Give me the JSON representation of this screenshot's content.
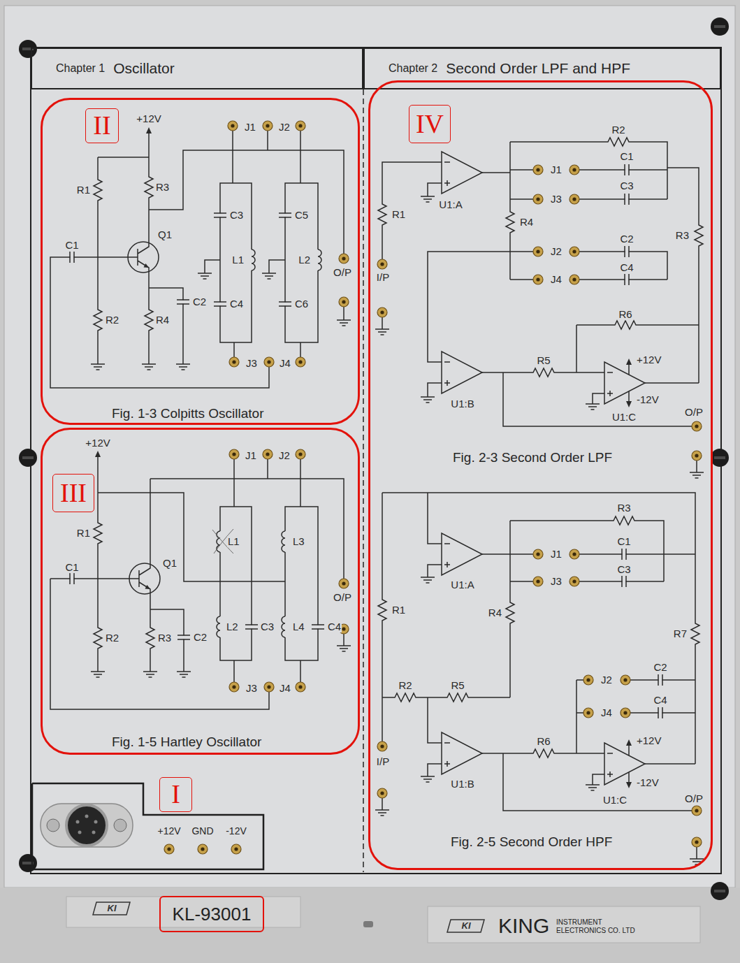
{
  "diagram": {
    "nodes": [
      {
        "text": [
          "Chapter 1",
          "Oscillator"
        ]
      },
      {
        "text": [
          "Chapter 2",
          "Second Order LPF and HPF"
        ]
      },
      {
        "text": [
          "Fig. 1-3 Colpitts Oscillator"
        ]
      },
      {
        "text": [
          "II"
        ],
        "in": 2
      },
      {
        "text": [
          "Fig. 1-5 Hartley Oscillator"
        ]
      },
      {
        "text": [
          "III"
        ],
        "in": 4
      },
      {
        "text": [
          "Fig. 2-3 Second Order LPF",
          "Fig. 2-5 Second Order HPF"
        ]
      },
      {
        "text": [
          "IV"
        ],
        "in": 6
      },
      {
        "text": [
          "+12V",
          "GND",
          "-12V"
        ]
      },
      {
        "text": [
          "I"
        ],
        "in": 8
      },
      {
        "text": [
          "KL-93001"
        ]
      }
    ],
    "labels": [
      "+12V",
      "R1",
      "R3",
      "Q1",
      "C1",
      "R2",
      "R4",
      "C2",
      "C3",
      "C4",
      "L1",
      "C5",
      "L2",
      "C6",
      "J1",
      "J2",
      "J3",
      "J4",
      "O/P",
      "+12V",
      "J1",
      "J2",
      "R1",
      "C1",
      "Q1",
      "L1",
      "L3",
      "O/P",
      "R2",
      "R3",
      "C2",
      "L2",
      "C3",
      "L4",
      "C4",
      "J3",
      "J4",
      "R2",
      "J1",
      "C1",
      "J3",
      "C3",
      "U1:A",
      "R1",
      "R4",
      "R3",
      "J2",
      "C2",
      "J4",
      "C4",
      "I/P",
      "R6",
      "R5",
      "+12V",
      "-12V",
      "U1:B",
      "U1:C",
      "O/P",
      "R3",
      "J1",
      "C1",
      "J3",
      "C3",
      "U1:A",
      "R1",
      "R4",
      "R7",
      "J2",
      "C2",
      "R2",
      "R5",
      "J4",
      "C4",
      "R6",
      "+12V",
      "I/P",
      "U1:B",
      "-12V",
      "U1:C",
      "O/P",
      "KI",
      "KI",
      "KING",
      "INSTRUMENT ELECTRONICS CO. LTD"
    ]
  }
}
